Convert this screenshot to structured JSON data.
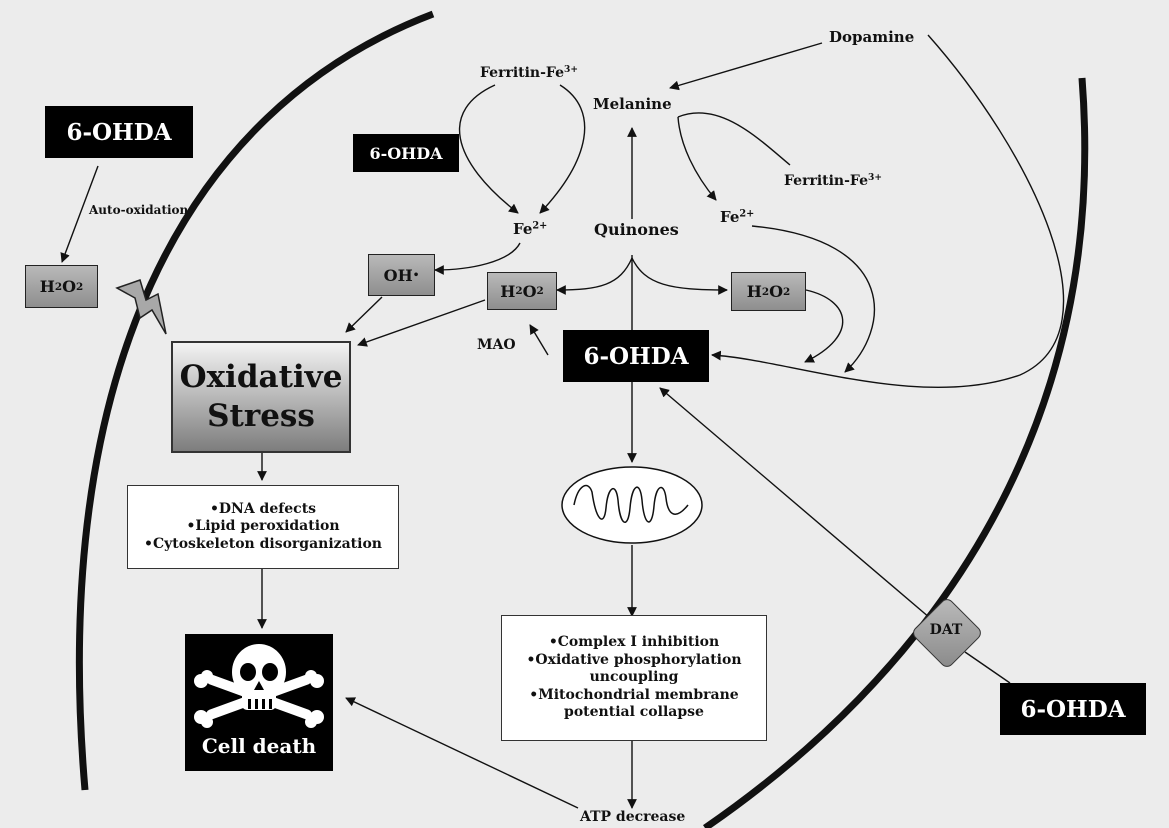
{
  "nodes": {
    "ohda_top_left": "6-OHDA",
    "ohda_upper": "6-OHDA",
    "ohda_center": "6-OHDA",
    "ohda_extracellular": "6-OHDA",
    "dopamine": "Dopamine",
    "melanine": "Melanine",
    "ferritin_left": {
      "base": "Ferritin-Fe",
      "sup": "3+"
    },
    "ferritin_right": {
      "base": "Ferritin-Fe",
      "sup": "3+"
    },
    "fe_left": {
      "base": "Fe",
      "sup": "2+"
    },
    "fe_right": {
      "base": "Fe",
      "sup": "2+"
    },
    "quinones": "Quinones",
    "auto_oxidation": "Auto-oxidation",
    "h2o2_left": {
      "base": "H",
      "sub1": "2",
      "mid": "O",
      "sub2": "2"
    },
    "h2o2_center": {
      "base": "H",
      "sub1": "2",
      "mid": "O",
      "sub2": "2"
    },
    "h2o2_right": {
      "base": "H",
      "sub1": "2",
      "mid": "O",
      "sub2": "2"
    },
    "oh_radical": {
      "base": "OH",
      "sup": "•"
    },
    "mao": "MAO",
    "oxidative_stress": [
      "Oxidative",
      "Stress"
    ],
    "dat": "DAT",
    "cell_death": "Cell death",
    "atp_decrease": "ATP decrease"
  },
  "oxidative_effects": [
    "•DNA defects",
    "•Lipid peroxidation",
    "•Cytoskeleton disorganization"
  ],
  "mito_effects": [
    "•Complex I inhibition",
    "•Oxidative phosphorylation",
    "uncoupling",
    "•Mitochondrial membrane",
    "potential collapse"
  ],
  "colors": {
    "background": "#ececec",
    "black_box": "#000000",
    "gray_box": "#a3a3a3",
    "line": "#111111"
  }
}
